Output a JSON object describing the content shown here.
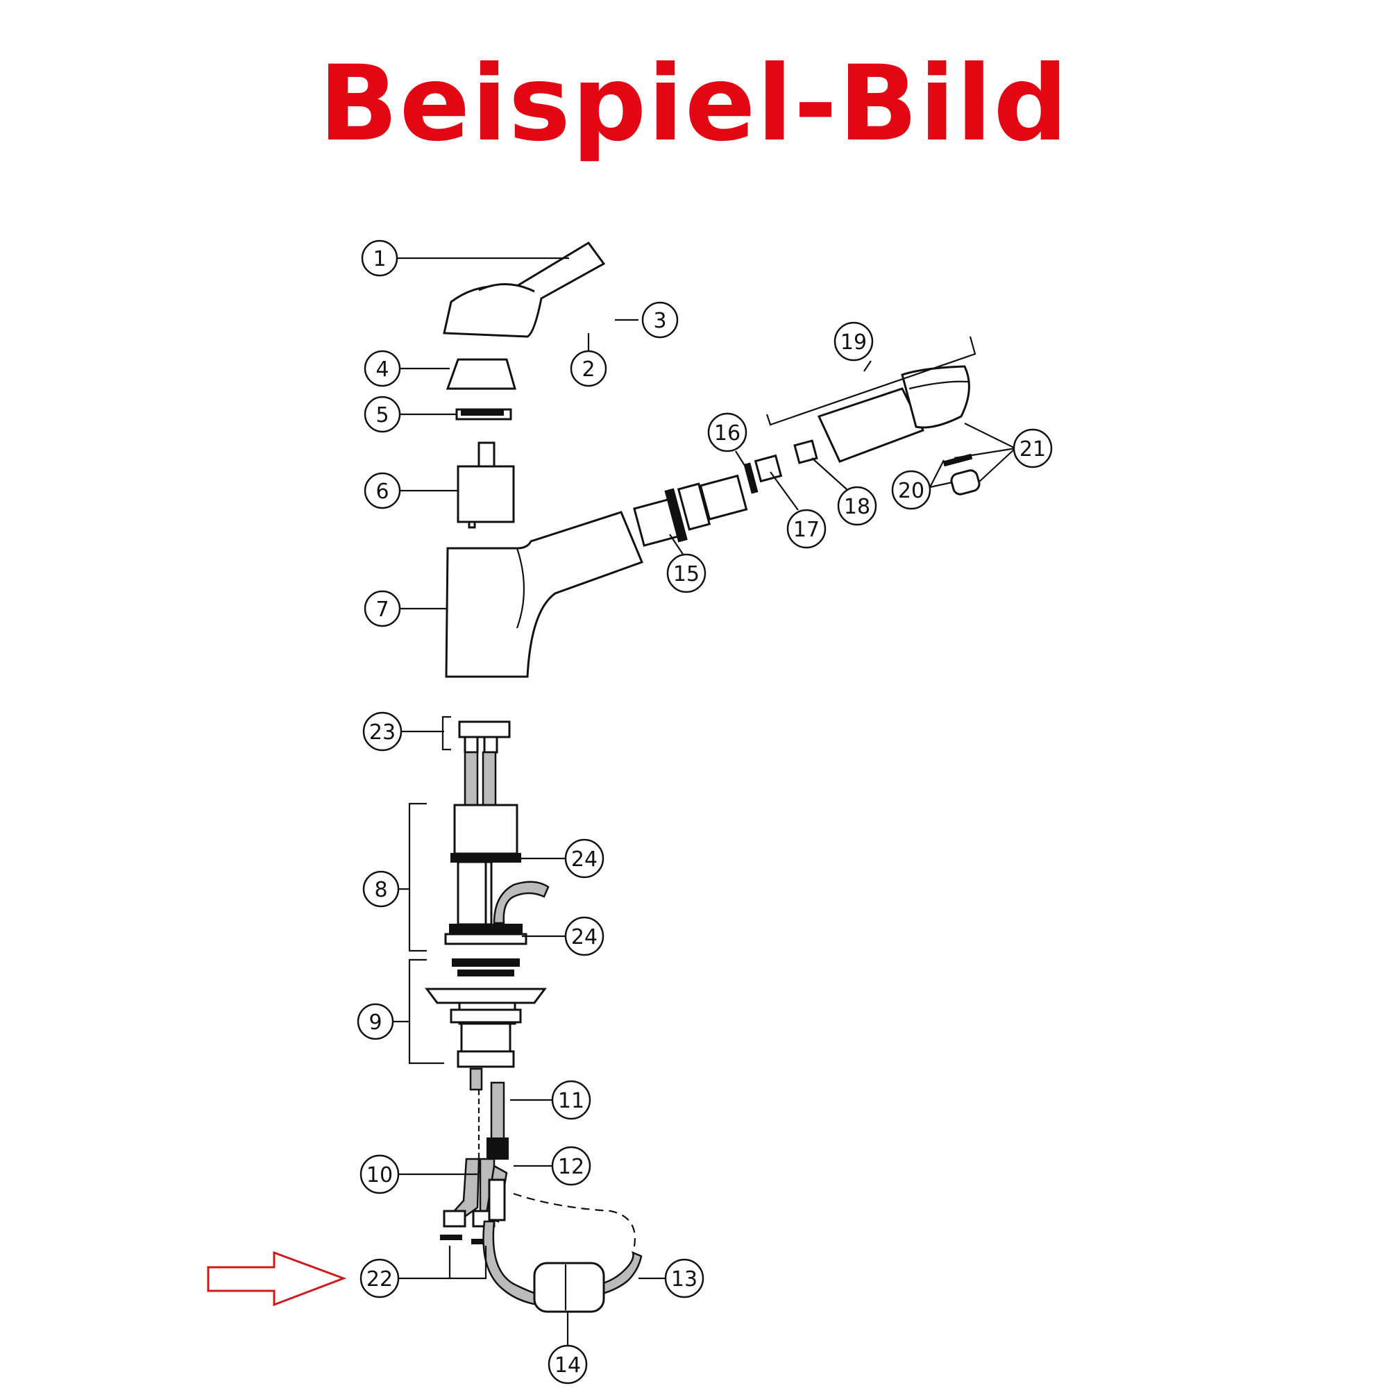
{
  "title": "Beispiel-Bild",
  "colors": {
    "title": "#e30613",
    "arrow": "#d01a1a",
    "line": "#111111"
  },
  "labels": [
    "1",
    "2",
    "3",
    "4",
    "5",
    "6",
    "7",
    "8",
    "9",
    "10",
    "11",
    "12",
    "13",
    "14",
    "15",
    "16",
    "17",
    "18",
    "19",
    "20",
    "21",
    "22",
    "23",
    "24",
    "24"
  ]
}
